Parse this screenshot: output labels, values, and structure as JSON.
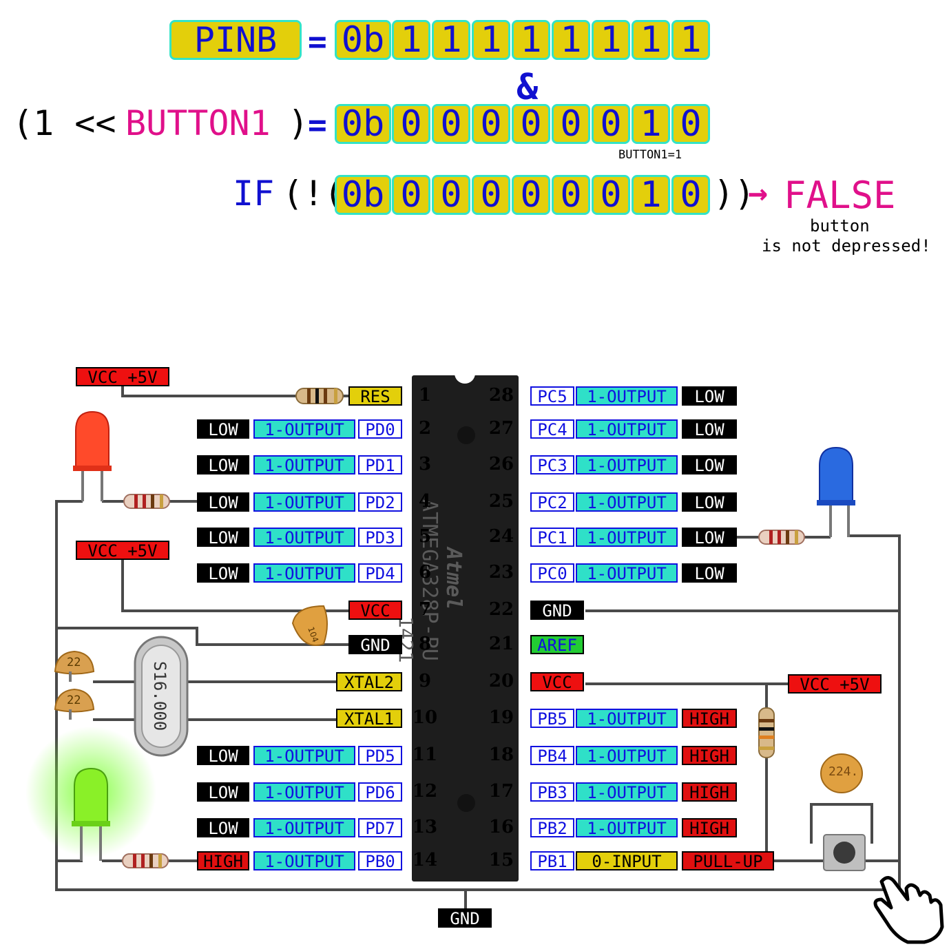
{
  "equation": {
    "line1": {
      "name": "PINB",
      "equals": "=",
      "prefix": "0b",
      "bits": [
        "1",
        "1",
        "1",
        "1",
        "1",
        "1",
        "1",
        "1"
      ]
    },
    "operator": "&",
    "line2": {
      "open": "(1 <<",
      "name": "BUTTON1",
      "close": ")",
      "equals": "=",
      "prefix": "0b",
      "bits": [
        "0",
        "0",
        "0",
        "0",
        "0",
        "0",
        "1",
        "0"
      ],
      "note": "BUTTON1=1"
    },
    "line3": {
      "keyword": "IF",
      "open": "(!(",
      "prefix": "0b",
      "bits": [
        "0",
        "0",
        "0",
        "0",
        "0",
        "0",
        "1",
        "0"
      ],
      "close": "))",
      "arrow": "→",
      "result": "FALSE",
      "comment_line1": "button",
      "comment_line2": "is not depressed!"
    }
  },
  "colors": {
    "cell_fill": "#e3cf0b",
    "cell_border": "#33e3c6",
    "digit_blue": "#1010d0",
    "magenta": "#e0108a",
    "wire": "#4a4a4a"
  },
  "chip": {
    "marking_brand": "Atmel",
    "marking_part": "ATMEGA328P-PU",
    "marking_code": "1421"
  },
  "left_pins": [
    {
      "num": "1",
      "pin": "RES",
      "mode": "",
      "state": ""
    },
    {
      "num": "2",
      "pin": "PD0",
      "mode": "1-OUTPUT",
      "state": "LOW"
    },
    {
      "num": "3",
      "pin": "PD1",
      "mode": "1-OUTPUT",
      "state": "LOW"
    },
    {
      "num": "4",
      "pin": "PD2",
      "mode": "1-OUTPUT",
      "state": "LOW"
    },
    {
      "num": "5",
      "pin": "PD3",
      "mode": "1-OUTPUT",
      "state": "LOW"
    },
    {
      "num": "6",
      "pin": "PD4",
      "mode": "1-OUTPUT",
      "state": "LOW"
    },
    {
      "num": "7",
      "pin": "VCC",
      "mode": "",
      "state": ""
    },
    {
      "num": "8",
      "pin": "GND",
      "mode": "",
      "state": ""
    },
    {
      "num": "9",
      "pin": "XTAL2",
      "mode": "",
      "state": ""
    },
    {
      "num": "10",
      "pin": "XTAL1",
      "mode": "",
      "state": ""
    },
    {
      "num": "11",
      "pin": "PD5",
      "mode": "1-OUTPUT",
      "state": "LOW"
    },
    {
      "num": "12",
      "pin": "PD6",
      "mode": "1-OUTPUT",
      "state": "LOW"
    },
    {
      "num": "13",
      "pin": "PD7",
      "mode": "1-OUTPUT",
      "state": "LOW"
    },
    {
      "num": "14",
      "pin": "PB0",
      "mode": "1-OUTPUT",
      "state": "HIGH"
    }
  ],
  "right_pins": [
    {
      "num": "28",
      "pin": "PC5",
      "mode": "1-OUTPUT",
      "state": "LOW"
    },
    {
      "num": "27",
      "pin": "PC4",
      "mode": "1-OUTPUT",
      "state": "LOW"
    },
    {
      "num": "26",
      "pin": "PC3",
      "mode": "1-OUTPUT",
      "state": "LOW"
    },
    {
      "num": "25",
      "pin": "PC2",
      "mode": "1-OUTPUT",
      "state": "LOW"
    },
    {
      "num": "24",
      "pin": "PC1",
      "mode": "1-OUTPUT",
      "state": "LOW"
    },
    {
      "num": "23",
      "pin": "PC0",
      "mode": "1-OUTPUT",
      "state": "LOW"
    },
    {
      "num": "22",
      "pin": "GND",
      "mode": "",
      "state": ""
    },
    {
      "num": "21",
      "pin": "AREF",
      "mode": "",
      "state": ""
    },
    {
      "num": "20",
      "pin": "VCC",
      "mode": "",
      "state": ""
    },
    {
      "num": "19",
      "pin": "PB5",
      "mode": "1-OUTPUT",
      "state": "HIGH"
    },
    {
      "num": "18",
      "pin": "PB4",
      "mode": "1-OUTPUT",
      "state": "HIGH"
    },
    {
      "num": "17",
      "pin": "PB3",
      "mode": "1-OUTPUT",
      "state": "HIGH"
    },
    {
      "num": "16",
      "pin": "PB2",
      "mode": "1-OUTPUT",
      "state": "HIGH"
    },
    {
      "num": "15",
      "pin": "PB1",
      "mode": "0-INPUT",
      "state": "PULL-UP"
    }
  ],
  "power_labels": {
    "vcc1": "VCC +5V",
    "vcc2": "VCC +5V",
    "vcc3": "VCC +5V",
    "gnd_bottom": "GND"
  },
  "components": {
    "cap_decoupling": "104",
    "cap_crystal_1": "22",
    "cap_crystal_2": "22",
    "crystal": "S16.000",
    "cap_button": "224."
  },
  "icons": [
    "resistor-icon",
    "led-red-icon",
    "led-blue-icon",
    "led-green-icon",
    "crystal-icon",
    "capacitor-icon",
    "push-button-icon",
    "pointing-hand-icon"
  ]
}
